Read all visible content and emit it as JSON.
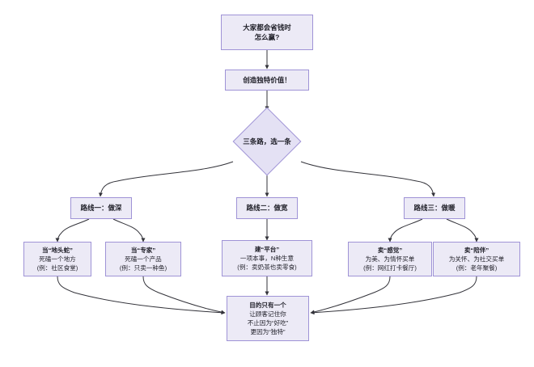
{
  "diagram": {
    "type": "flowchart",
    "direction": "top-down",
    "theme": {
      "node_fill": "#ECEAF6",
      "node_border": "#9f93d6",
      "decision_fill": "#E4E1F4",
      "edge_color": "#33333a",
      "text_color": "#1f1f28",
      "background": "#ffffff"
    },
    "nodes": {
      "question": {
        "shape": "rect",
        "lines": [
          "大家都会省钱时",
          "怎么赢?"
        ]
      },
      "answer": {
        "shape": "rect",
        "lines": [
          "创造独特价值！"
        ]
      },
      "decision": {
        "shape": "diamond",
        "lines": [
          "三条路，选一条"
        ]
      },
      "route1": {
        "shape": "rect",
        "lines": [
          "路线一：做深"
        ]
      },
      "route2": {
        "shape": "rect",
        "lines": [
          "路线二：做宽"
        ]
      },
      "route3": {
        "shape": "rect",
        "lines": [
          "路线三：做暖"
        ]
      },
      "leaf1": {
        "shape": "rect",
        "lines": [
          "当“地头蛇”",
          "死磕一个地方",
          "(例：社区食堂)"
        ]
      },
      "leaf2": {
        "shape": "rect",
        "lines": [
          "当“专家”",
          "死磕一个产品",
          "(例：只卖一种鱼)"
        ]
      },
      "leaf3": {
        "shape": "rect",
        "lines": [
          "建“平台”",
          "一项本事，N种生意",
          "(例：卖奶茶也卖零食)"
        ]
      },
      "leaf4": {
        "shape": "rect",
        "lines": [
          "卖“感觉”",
          "为美、为情怀买单",
          "(例：网红打卡餐厅)"
        ]
      },
      "leaf5": {
        "shape": "rect",
        "lines": [
          "卖“陪伴”",
          "为关怀、为社交买单",
          "(例：老年聚餐)"
        ]
      },
      "goal": {
        "shape": "rect",
        "lines": [
          "目的只有一个",
          "让顾客记住你",
          "不止因为“好吃”",
          "更因为“独特”"
        ]
      }
    },
    "edges": [
      {
        "from": "question",
        "to": "answer"
      },
      {
        "from": "answer",
        "to": "decision"
      },
      {
        "from": "decision",
        "to": "route1"
      },
      {
        "from": "decision",
        "to": "route2"
      },
      {
        "from": "decision",
        "to": "route3"
      },
      {
        "from": "route1",
        "to": "leaf1"
      },
      {
        "from": "route1",
        "to": "leaf2"
      },
      {
        "from": "route2",
        "to": "leaf3"
      },
      {
        "from": "route3",
        "to": "leaf4"
      },
      {
        "from": "route3",
        "to": "leaf5"
      },
      {
        "from": "leaf1",
        "to": "goal"
      },
      {
        "from": "leaf2",
        "to": "goal"
      },
      {
        "from": "leaf3",
        "to": "goal"
      },
      {
        "from": "leaf4",
        "to": "goal"
      },
      {
        "from": "leaf5",
        "to": "goal"
      }
    ]
  }
}
